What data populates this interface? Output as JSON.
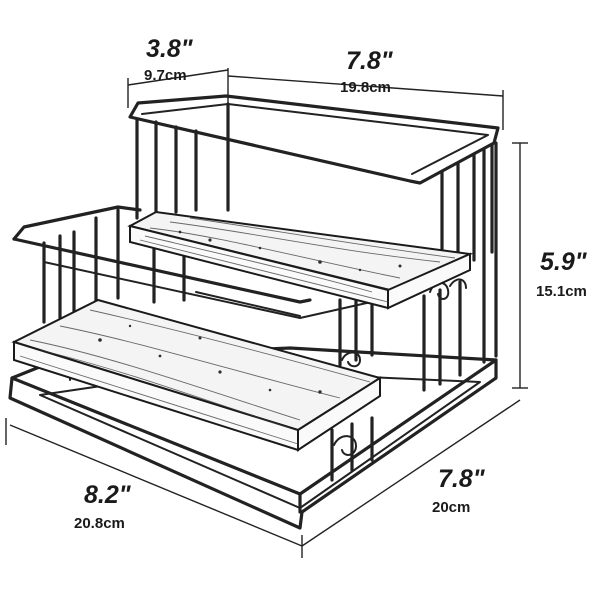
{
  "dimensions": {
    "top_depth": {
      "inches": "3.8\"",
      "cm": "9.7cm"
    },
    "top_width": {
      "inches": "7.8\"",
      "cm": "19.8cm"
    },
    "height": {
      "inches": "5.9\"",
      "cm": "15.1cm"
    },
    "base_width": {
      "inches": "8.2\"",
      "cm": "20.8cm"
    },
    "base_depth": {
      "inches": "7.8\"",
      "cm": "20cm"
    }
  },
  "colors": {
    "line": "#222222",
    "board_fill": "#f4f4f4",
    "background": "#ffffff"
  }
}
